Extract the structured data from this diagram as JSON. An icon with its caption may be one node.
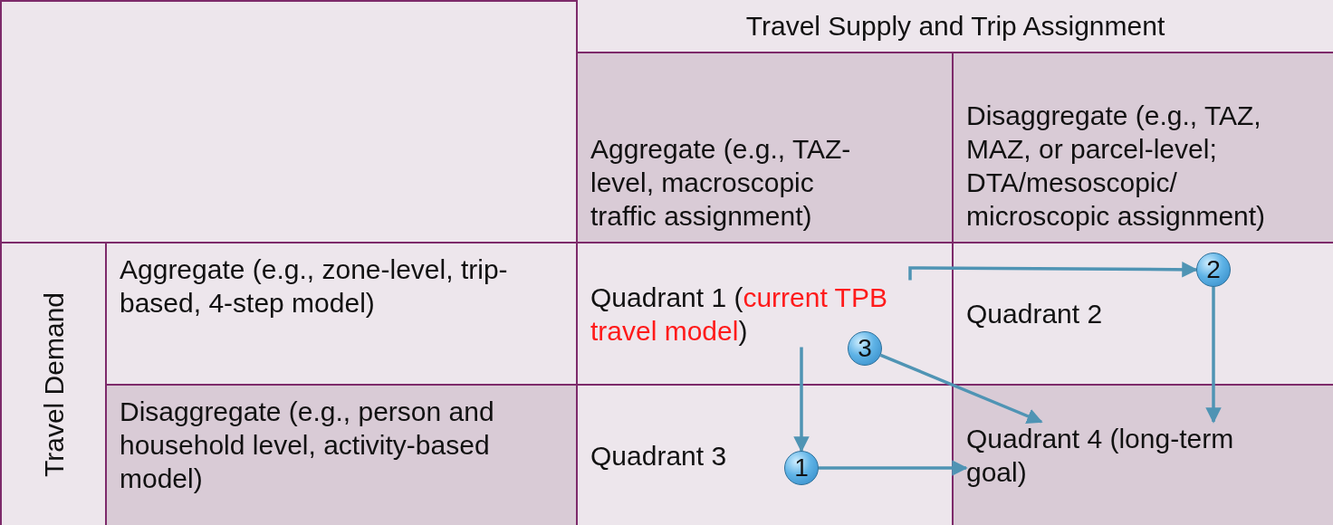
{
  "diagram": {
    "nodes": [
      {
        "text": [
          "Travel Supply and Trip Assignment"
        ]
      },
      {
        "text": [
          "Aggregate (e.g., TAZ-level, macroscopic traffic assignment)"
        ]
      },
      {
        "text": [
          "Disaggregate (e.g., TAZ, MAZ, or parcel-level; DTA/mesoscopic/ microscopic assignment)"
        ]
      },
      {
        "text": [
          "Travel Demand"
        ]
      },
      {
        "text": [
          "Aggregate (e.g., zone-level, trip-based, 4-step model)"
        ]
      },
      {
        "text": [
          "Quadrant 1 (*current TPB travel model*)"
        ]
      },
      {
        "text": [
          "Quadrant 2"
        ]
      },
      {
        "text": [
          "Disaggregate (e.g., person and household level, activity-based model)"
        ]
      },
      {
        "text": [
          "Quadrant 3"
        ]
      },
      {
        "text": [
          "Quadrant 4 (long-term goal)"
        ]
      },
      {
        "text": [
          "2"
        ]
      },
      {
        "text": [
          "3"
        ]
      },
      {
        "text": [
          "1"
        ]
      }
    ],
    "edges": [
      {
        "from": 5,
        "to": 10,
        "arrow": "to"
      },
      {
        "from": 10,
        "to": 9,
        "arrow": "to"
      },
      {
        "from": 11,
        "to": 9,
        "arrow": "to"
      },
      {
        "from": 5,
        "to": 12,
        "arrow": "to"
      },
      {
        "from": 12,
        "to": 9,
        "arrow": "to"
      }
    ]
  }
}
